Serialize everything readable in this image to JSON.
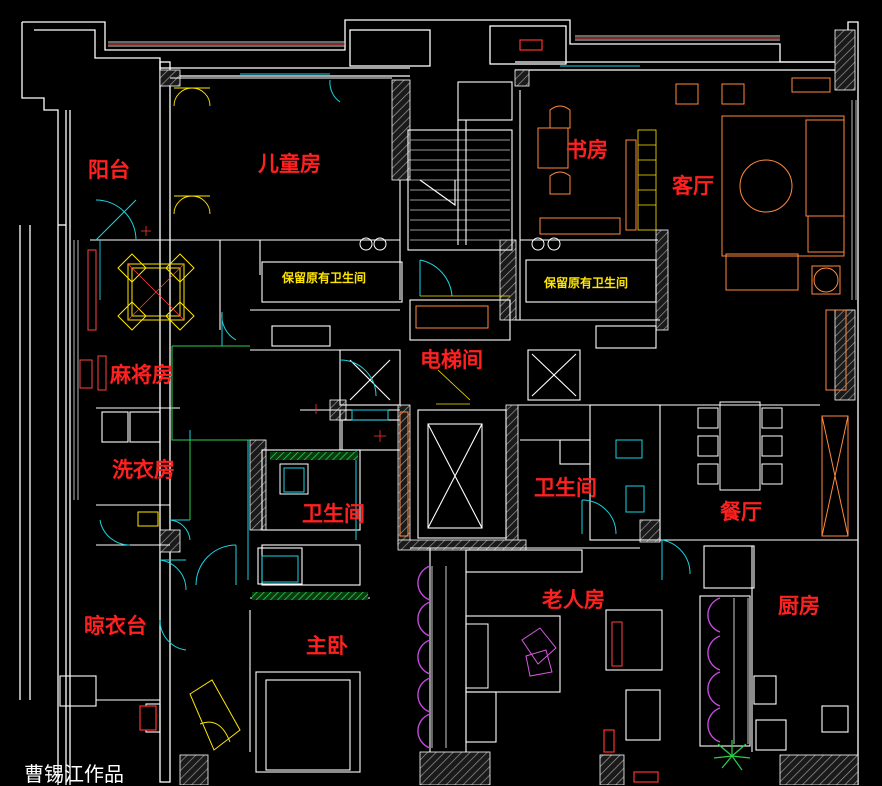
{
  "rooms": {
    "balcony": "阳台",
    "kids_room": "儿童房",
    "study": "书房",
    "living_room": "客厅",
    "mahjong_room": "麻将房",
    "elevator_hall": "电梯间",
    "laundry_room": "洗衣房",
    "bathroom_1": "卫生间",
    "bathroom_2": "卫生间",
    "dining_room": "餐厅",
    "drying_area": "晾衣台",
    "elder_room": "老人房",
    "kitchen": "厨房",
    "master_bedroom": "主卧"
  },
  "notes": {
    "keep_bath_left": "保留原有卫生间",
    "keep_bath_right": "保留原有卫生间"
  },
  "credit": "曹锡江作品",
  "colors": {
    "background": "#000000",
    "wall": "#ffffff",
    "room_label": "#ff2020",
    "note_label": "#ffe600",
    "furniture": "#ff8a3d",
    "door": "#1ad3e0",
    "wardrobe": "#c04ad8",
    "green_line": "#2ad14a",
    "hatch": "#9a9a9a"
  }
}
